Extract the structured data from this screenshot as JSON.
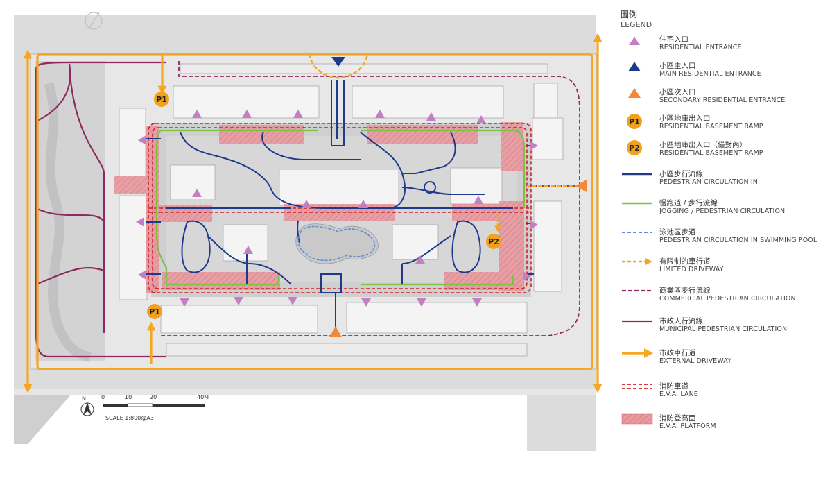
{
  "legend": {
    "title_zh": "圖例",
    "title_en": "LEGEND",
    "items": [
      {
        "zh": "住宅入口",
        "en": "RESIDENTIAL ENTRANCE"
      },
      {
        "zh": "小區主入口",
        "en": "MAIN RESIDENTIAL ENTRANCE"
      },
      {
        "zh": "小區次入口",
        "en": "SECONDARY RESIDENTIAL ENTRANCE"
      },
      {
        "zh": "小區地庫出入口",
        "en": "RESIDENTIAL BASEMENT RAMP",
        "badge": "P1"
      },
      {
        "zh": "小區地庫出入口（僅對內）",
        "en": "RESIDENTIAL BASEMENT RAMP",
        "badge": "P2"
      },
      {
        "zh": "小區步行流線",
        "en": "PEDESTRIAN CIRCULATION IN"
      },
      {
        "zh": "慢跑道 / 步行流線",
        "en": "JOGGING / PEDESTRIAN CIRCULATION"
      },
      {
        "zh": "泳池區步道",
        "en": "PEDESTRIAN CIRCULATION IN SWIMMING POOL"
      },
      {
        "zh": "有限制的車行道",
        "en": "LIMITED DRIVEWAY"
      },
      {
        "zh": "商業區步行流線",
        "en": "COMMERCIAL PEDESTRIAN CIRCULATION"
      },
      {
        "zh": "市政人行流線",
        "en": "MUNICIPAL PEDESTRIAN CIRCULATION"
      },
      {
        "zh": "市政車行道",
        "en": "EXTERNAL DRIVEWAY"
      },
      {
        "zh": "消防車道",
        "en": "E.V.A. LANE"
      },
      {
        "zh": "消防登高面",
        "en": "E.V.A. PLATFORM"
      }
    ]
  },
  "map": {
    "ramp_labels": {
      "p1_top": "P1",
      "p1_bottom": "P1",
      "p2": "P2"
    }
  },
  "scale": {
    "ticks": [
      "0",
      "10",
      "20",
      "40M"
    ],
    "caption": "SCALE 1:800@A3",
    "north": "N"
  },
  "colors": {
    "residential_entrance": "#c47fc4",
    "main_entrance": "#1f3a8a",
    "secondary_entrance": "#f08a3c",
    "ramp_badge": "#f2a11c",
    "pedestrian_in": "#1f3a8a",
    "jogging": "#7cc242",
    "pool_path": "#5b8fd6",
    "limited_driveway": "#f5a623",
    "commercial_ped": "#8e2a5e",
    "municipal_ped": "#8e2a5e",
    "external_driveway": "#f5a623",
    "eva_lane": "#d0202a",
    "eva_platform": "#e38b91"
  }
}
